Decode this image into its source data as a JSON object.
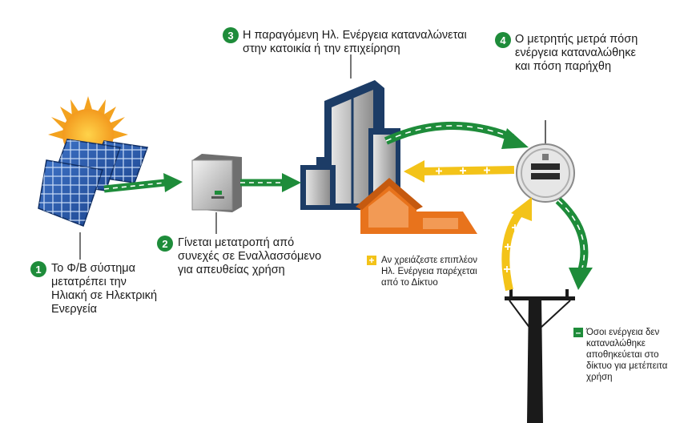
{
  "steps": [
    {
      "number": "1",
      "lines": [
        "Το Φ/Β σύστημα",
        "μετατρέπει την",
        "Ηλιακή σε Ηλεκτρική",
        "Ενεργεία"
      ]
    },
    {
      "number": "2",
      "lines": [
        "Γίνεται μετατροπή από",
        "συνεχές σε Εναλλασσόμενο",
        "για απευθείας χρήση"
      ]
    },
    {
      "number": "3",
      "lines": [
        "Η παραγόμενη Ηλ. Ενέργεια καταναλώνεται",
        "στην κατοικία ή την επιχείρηση"
      ]
    },
    {
      "number": "4",
      "lines": [
        "Ο μετρητής μετρά πόση",
        "ενέργεια καταναλώθηκε",
        "και πόση παρήχθη"
      ]
    }
  ],
  "notes": {
    "grid_supply": {
      "symbol": "+",
      "lines": [
        "Αν χρειάζεστε επιπλέον",
        "Ηλ. Ενέργεια παρέχεται",
        "από το Δίκτυο"
      ]
    },
    "grid_export": {
      "symbol": "–",
      "lines": [
        "Όσοι ενέργεια δεν",
        "καταναλώθηκε",
        "αποθηκεύεται στο",
        "δίκτυο για μετέπειτα",
        "χρήση"
      ]
    }
  },
  "colors": {
    "green": "#1e8c3a",
    "yellow": "#f3c319",
    "navy": "#1c3c66",
    "orange": "#e8731c",
    "sun": "#f5a623",
    "panel": "#2f5fb0"
  }
}
